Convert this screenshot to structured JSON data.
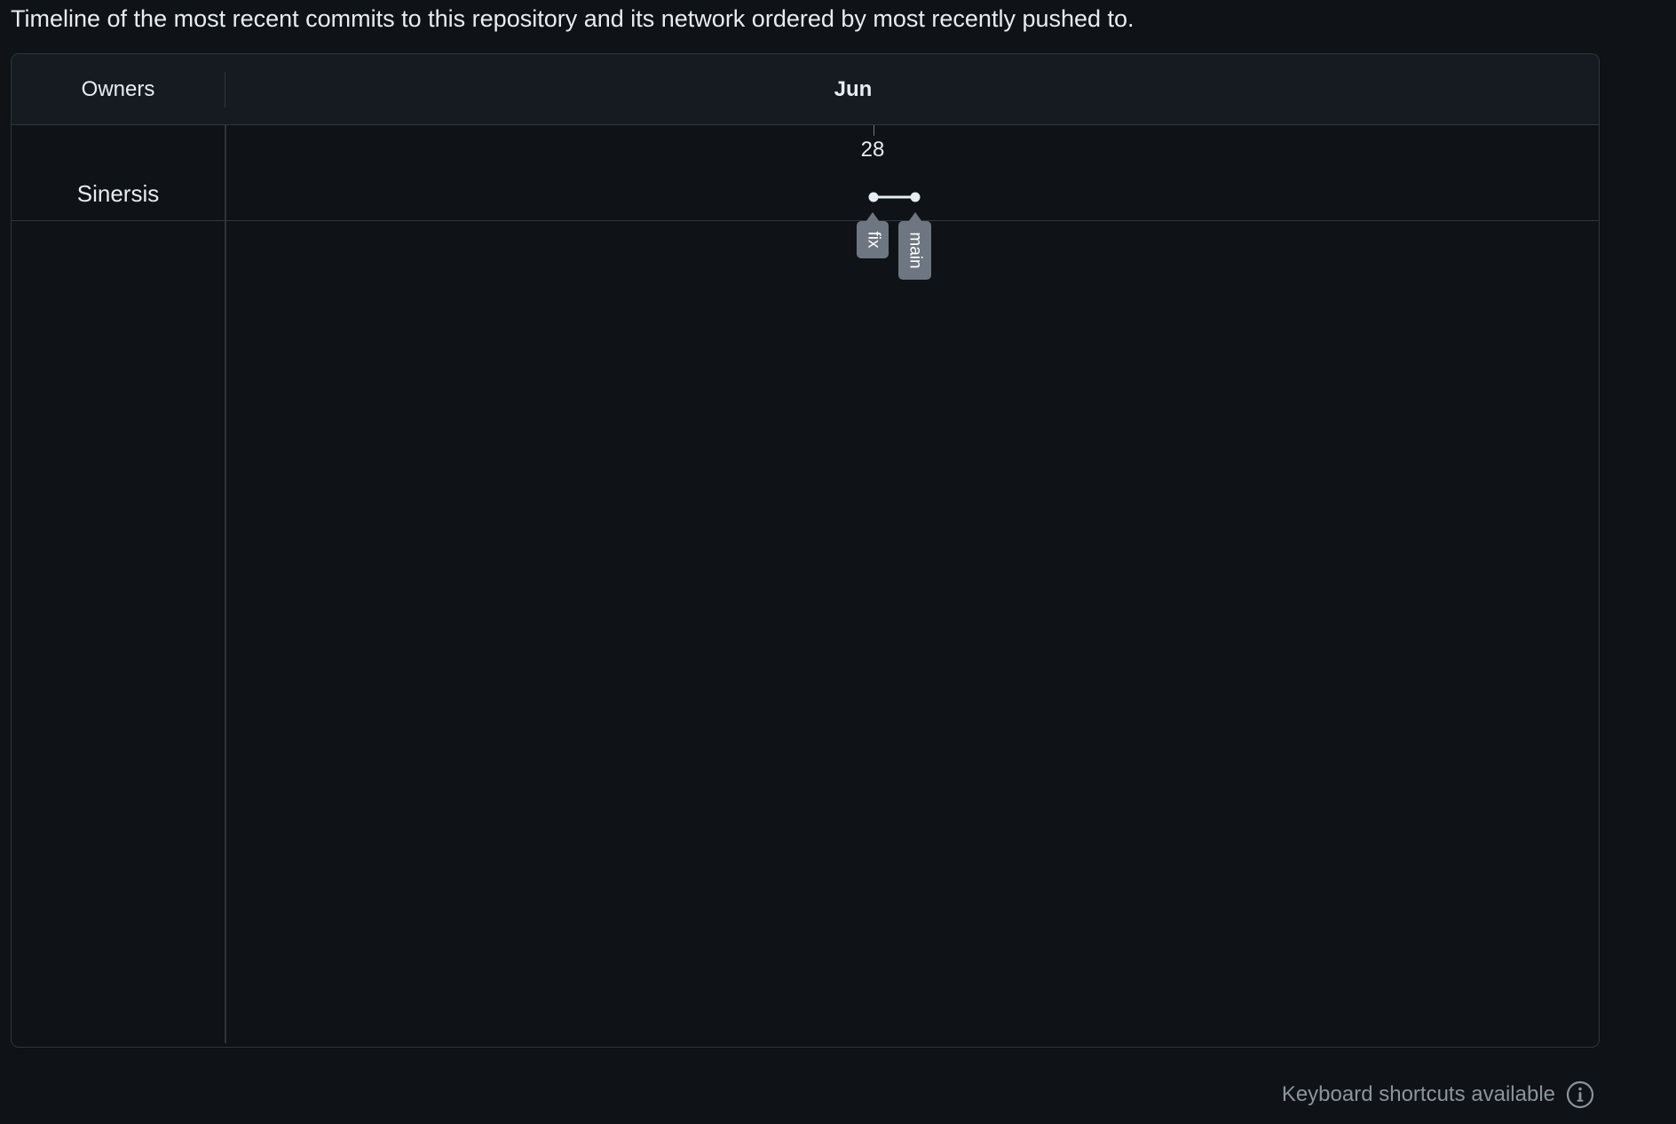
{
  "intro_text": "Timeline of the most recent commits to this repository and its network ordered by most recently pushed to.",
  "graph": {
    "owners_header": "Owners",
    "month_label": "Jun",
    "day_label": "28",
    "owners": [
      {
        "name": "Sinersis"
      }
    ],
    "branches": [
      {
        "label": "fix"
      },
      {
        "label": "main"
      }
    ],
    "colors": {
      "background": "#0f1216",
      "header_background": "#161b22",
      "border": "#30363d",
      "branch_tag": "#6e7681",
      "commit_line": "#e6edf3"
    }
  },
  "footer": {
    "shortcuts_text": "Keyboard shortcuts available",
    "icon": "info-icon"
  }
}
